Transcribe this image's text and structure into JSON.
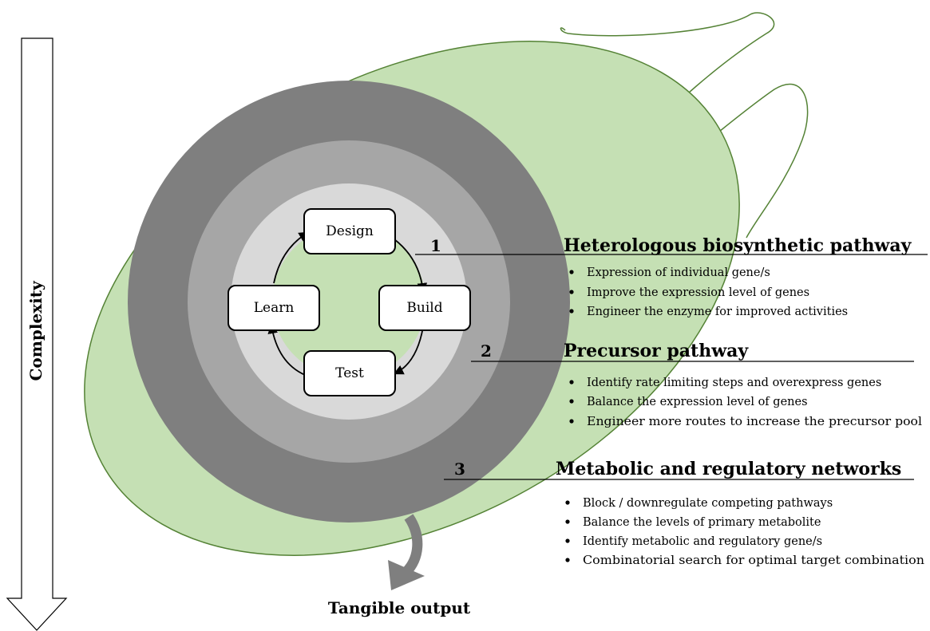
{
  "axis": {
    "label": "Complexity"
  },
  "cycle": {
    "design": "Design",
    "build": "Build",
    "test": "Test",
    "learn": "Learn"
  },
  "levels": [
    {
      "number": "1",
      "title": "Heterologous biosynthetic pathway",
      "bullets": [
        "Expression of  individual gene/s",
        "Improve the expression level of genes",
        "Engineer  the enzyme for improved activities"
      ]
    },
    {
      "number": "2",
      "title": "Precursor pathway",
      "bullets": [
        "Identify rate limiting steps and overexpress genes",
        "Balance the expression level of genes",
        "Engineer more routes to increase the precursor pool"
      ]
    },
    {
      "number": "3",
      "title": "Metabolic and regulatory networks",
      "bullets": [
        "Block / downregulate competing pathways",
        "Balance the levels of primary metabolite",
        "Identify metabolic and regulatory gene/s",
        "Combinatorial search for optimal target combination"
      ]
    }
  ],
  "output": {
    "label": "Tangible output"
  },
  "colors": {
    "cell_fill": "#c5e0b4",
    "cell_stroke": "#548235",
    "ring_outer": "#7f7f7f",
    "ring_middle": "#a6a6a6",
    "ring_inner": "#d9d9d9",
    "core": "#c5e0b4"
  }
}
